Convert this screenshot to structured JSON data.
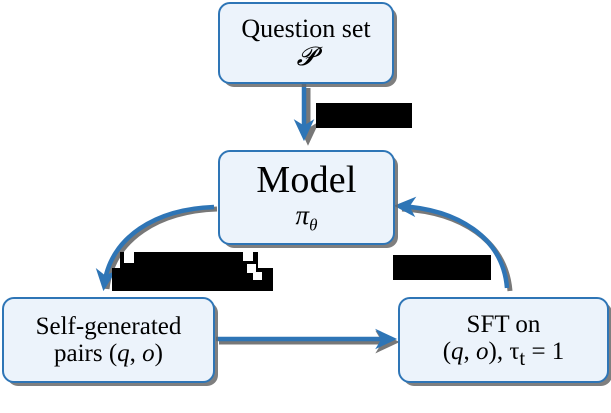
{
  "diagram": {
    "title": "Self-training loop diagram",
    "background_color": "#ffffff",
    "node_fill_color": "#ecf3fb",
    "node_border_color": "#2e75b6",
    "arrow_color": "#2e75b6",
    "shadow_color": "#696969",
    "redaction_color": "#000000"
  },
  "nodes": {
    "question_set": {
      "name": "Question set",
      "line1": "Question set",
      "line2": "𝓟"
    },
    "model": {
      "name": "Model",
      "line1": "Model",
      "line2_base": "π",
      "line2_sub": "θ"
    },
    "self_generated": {
      "name": "Self-generated pairs",
      "line1": "Self-generated",
      "line2_prefix": "pairs (",
      "line2_q": "q",
      "line2_sep": ", ",
      "line2_o": "o",
      "line2_suffix": ")"
    },
    "sft": {
      "name": "SFT on",
      "line1": "SFT on",
      "line2_prefix": "(",
      "line2_q": "q",
      "line2_sep": ", ",
      "line2_o": "o",
      "line2_mid": "), ",
      "line2_tau": "τ",
      "line2_tau_sub": "t",
      "line2_eq": " = 1"
    }
  },
  "edges": [
    {
      "id": "question-to-model",
      "label": "",
      "from": "question_set",
      "to": "model",
      "direction": "down",
      "redacted_label": true
    },
    {
      "id": "model-to-self-generated",
      "label": "",
      "from": "model",
      "to": "self_generated",
      "direction": "curve-down-left",
      "redacted_label": true
    },
    {
      "id": "self-generated-to-sft",
      "label": "",
      "from": "self_generated",
      "to": "sft",
      "direction": "right",
      "redacted_label": false
    },
    {
      "id": "sft-to-model",
      "label": "",
      "from": "sft",
      "to": "model",
      "direction": "curve-up-left",
      "redacted_label": true
    }
  ],
  "redactions": [
    {
      "id": "redaction-top",
      "note": "redacted edge label above Model"
    },
    {
      "id": "redaction-left",
      "note": "redacted edge label on left curve"
    },
    {
      "id": "redaction-right",
      "note": "redacted edge label on right curve"
    }
  ]
}
